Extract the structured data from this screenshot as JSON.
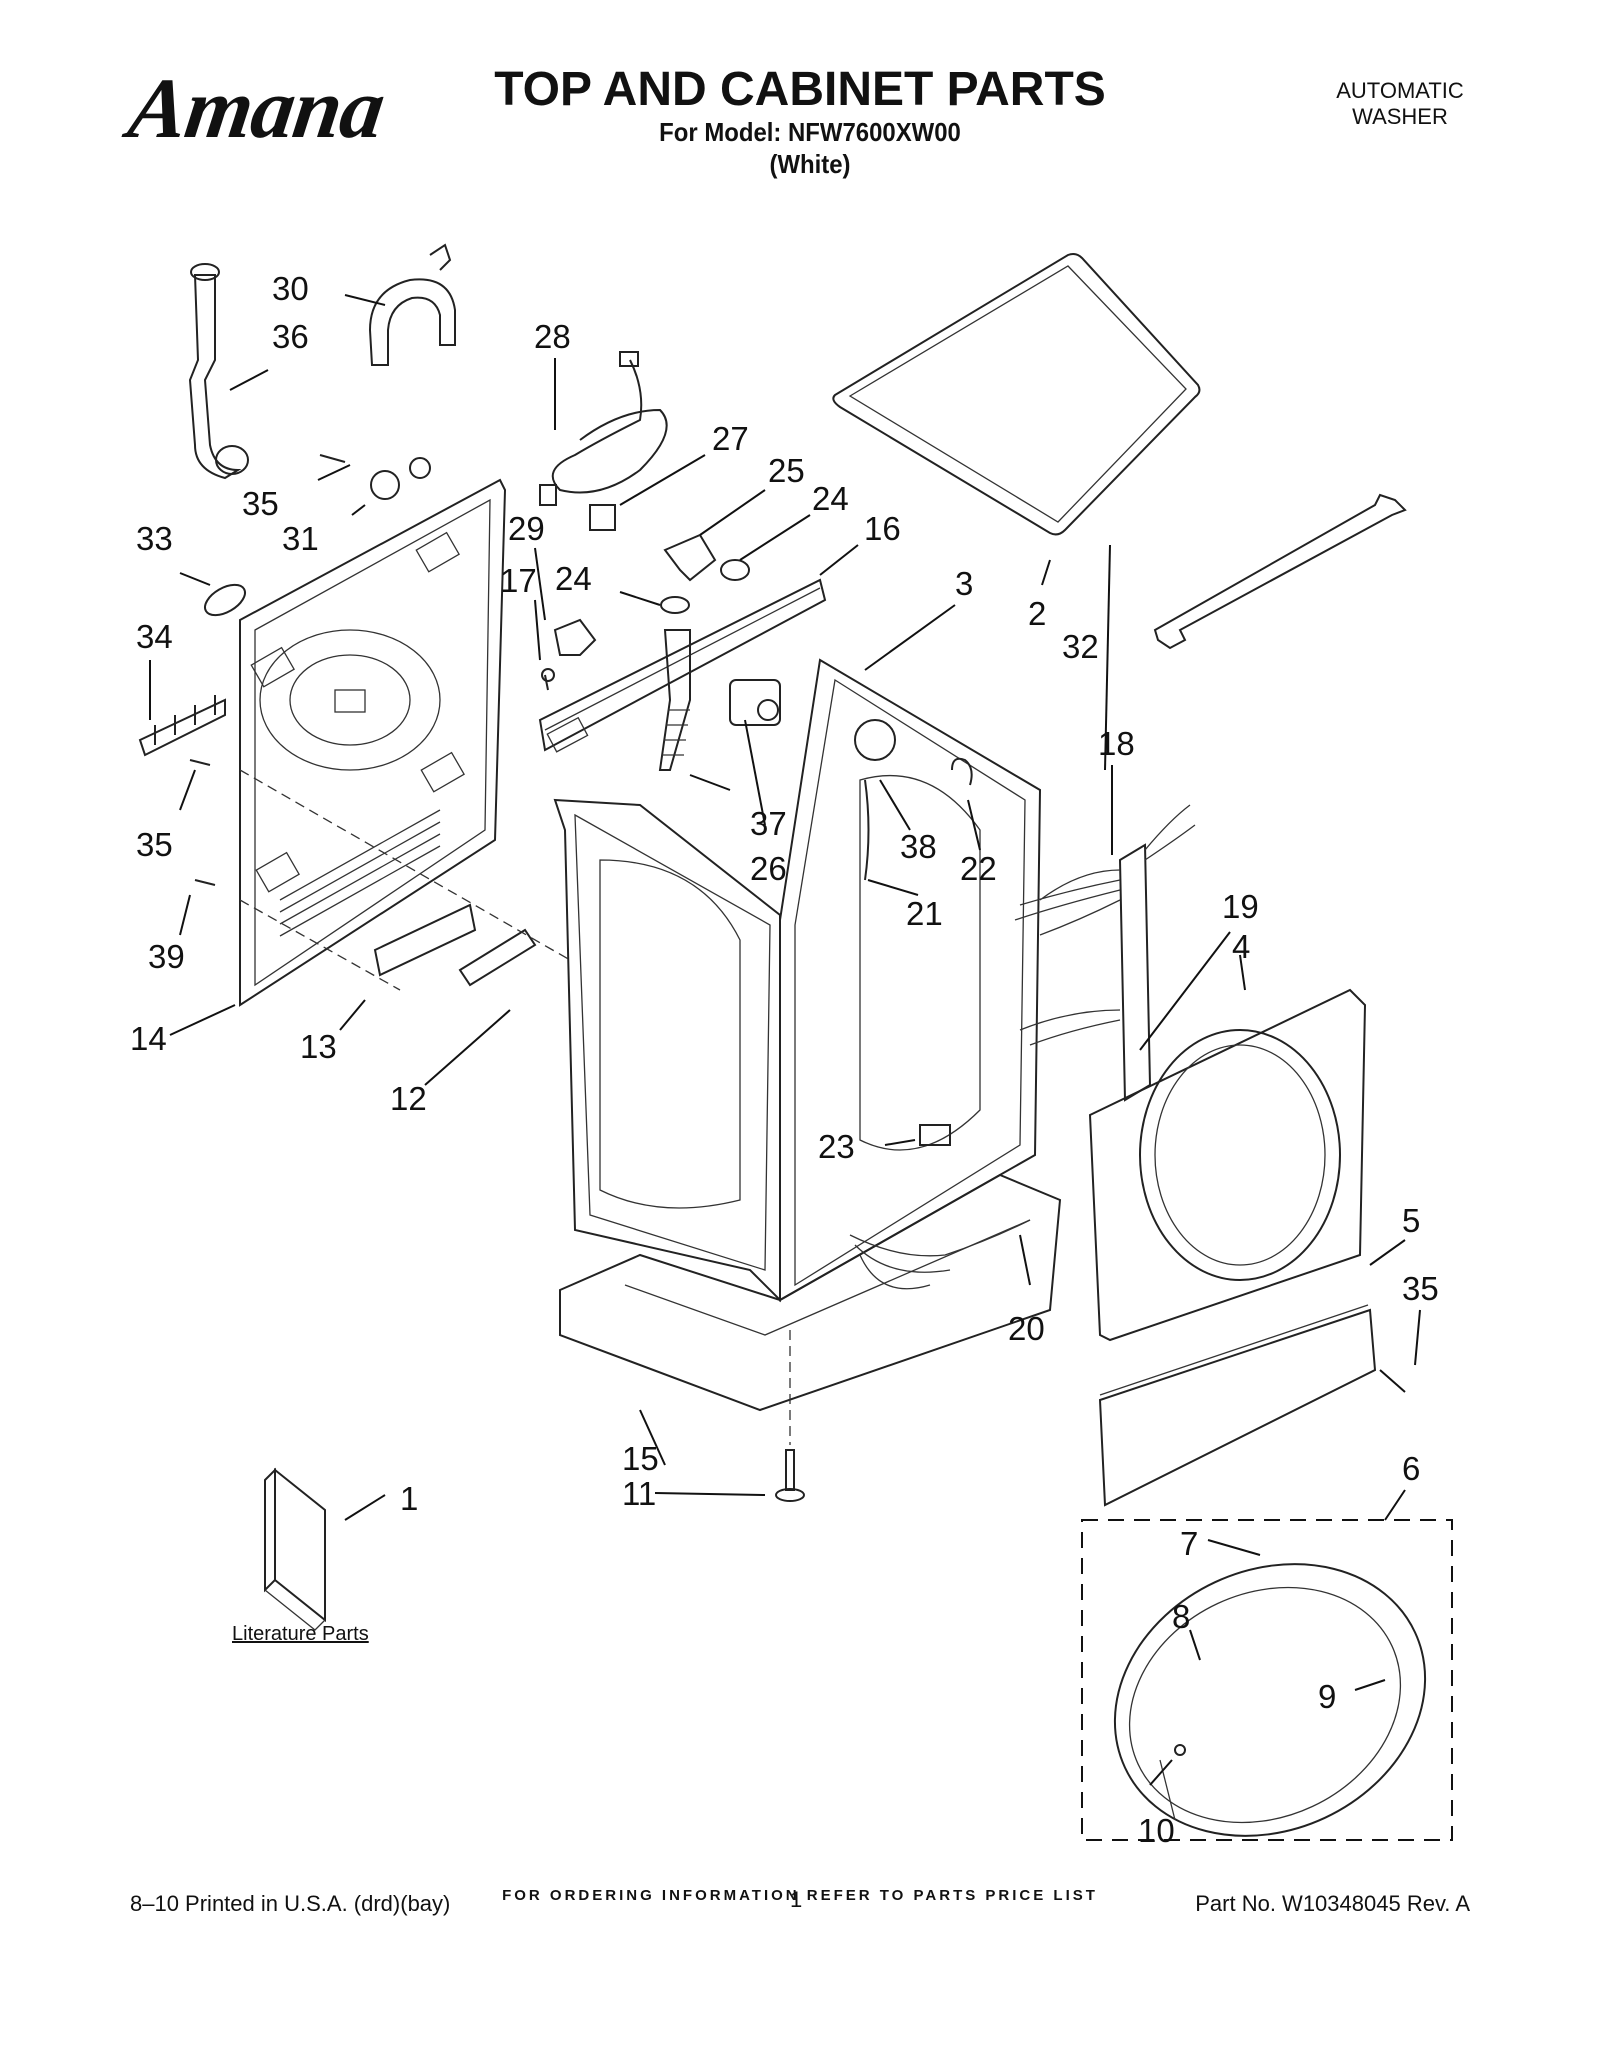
{
  "header": {
    "brand": "Amana",
    "title": "TOP AND CABINET PARTS",
    "model_line": "For Model: NFW7600XW00",
    "color_line": "(White)",
    "appliance_line1": "AUTOMATIC",
    "appliance_line2": "WASHER"
  },
  "callouts": {
    "c1": "1",
    "c2": "2",
    "c3": "3",
    "c4": "4",
    "c5": "5",
    "c6": "6",
    "c7": "7",
    "c8": "8",
    "c9": "9",
    "c10": "10",
    "c11": "11",
    "c12": "12",
    "c13": "13",
    "c14": "14",
    "c15": "15",
    "c16": "16",
    "c17": "17",
    "c18": "18",
    "c19": "19",
    "c20": "20",
    "c21": "21",
    "c22": "22",
    "c23": "23",
    "c24a": "24",
    "c24b": "24",
    "c25": "25",
    "c26": "26",
    "c27": "27",
    "c28": "28",
    "c29": "29",
    "c30": "30",
    "c31": "31",
    "c32": "32",
    "c33": "33",
    "c34": "34",
    "c35a": "35",
    "c35b": "35",
    "c35c": "35",
    "c36": "36",
    "c37": "37",
    "c38": "38",
    "c39": "39"
  },
  "literature_label": "Literature Parts",
  "footer": {
    "ordering_note": "FOR ORDERING INFORMATION REFER TO PARTS PRICE LIST",
    "print_info": "8–10 Printed in U.S.A. (drd)(bay)",
    "page_number": "1",
    "part_number": "Part No. W10348045 Rev. A"
  }
}
